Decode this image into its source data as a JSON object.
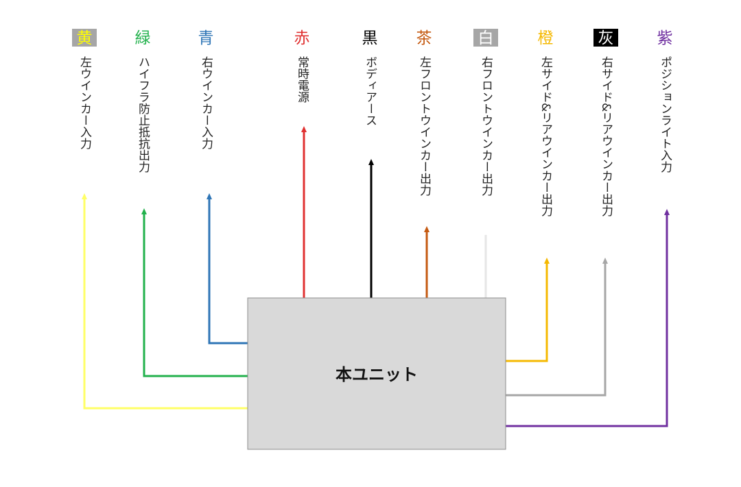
{
  "unit": {
    "label": "本ユニット"
  },
  "wires": [
    {
      "id": "yellow",
      "color_label": "黄",
      "description": "左ウインカー入力",
      "color": "#ffff66",
      "label_bg": "#a6a6a6",
      "label_fg": "#ffff00"
    },
    {
      "id": "green",
      "color_label": "緑",
      "description": "ハイフラ防止抵抗出力",
      "color": "#22b14c",
      "label_bg": "",
      "label_fg": "#22b14c"
    },
    {
      "id": "blue",
      "color_label": "青",
      "description": "右ウインカー入力",
      "color": "#2e75b6",
      "label_bg": "",
      "label_fg": "#2e75b6"
    },
    {
      "id": "red",
      "color_label": "赤",
      "description": "常時電源",
      "color": "#e03131",
      "label_bg": "",
      "label_fg": "#e03131"
    },
    {
      "id": "black",
      "color_label": "黒",
      "description": "ボディアース",
      "color": "#000000",
      "label_bg": "",
      "label_fg": "#000000"
    },
    {
      "id": "brown",
      "color_label": "茶",
      "description": "左フロントウインカー出力",
      "color": "#c55a11",
      "label_bg": "",
      "label_fg": "#c55a11"
    },
    {
      "id": "white",
      "color_label": "白",
      "description": "右フロントウインカー出力",
      "color": "#e6e6e6",
      "label_bg": "#a6a6a6",
      "label_fg": "#ffffff"
    },
    {
      "id": "orange",
      "color_label": "橙",
      "description": "左サイド&リアウインカー出力",
      "color": "#f5b800",
      "label_bg": "",
      "label_fg": "#f5b800"
    },
    {
      "id": "gray",
      "color_label": "灰",
      "description": "右サイド&リアウインカー出力",
      "color": "#a6a6a6",
      "label_bg": "#000000",
      "label_fg": "#ffffff"
    },
    {
      "id": "purple",
      "color_label": "紫",
      "description": "ポジションライト入力",
      "color": "#7030a0",
      "label_bg": "",
      "label_fg": "#7030a0"
    }
  ]
}
